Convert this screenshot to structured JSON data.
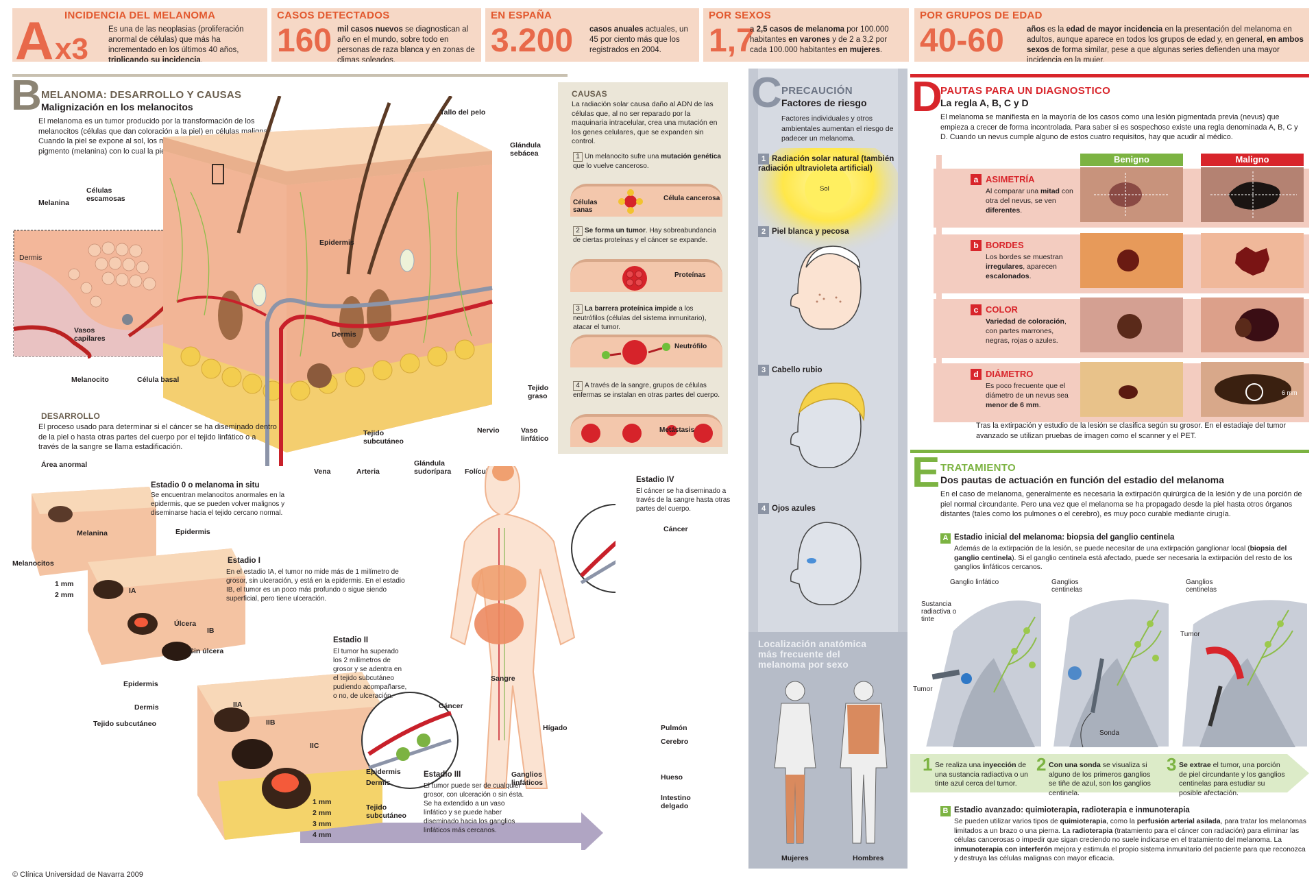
{
  "stats": {
    "a": {
      "letter": "A",
      "big": "x3",
      "title": "INCIDENCIA DEL MELANOMA",
      "text_pre": "Es una de las neoplasias (proliferación anormal de células) que más ha incrementado en los últimos 40 años, ",
      "text_bold": "triplicando su incidencia",
      "text_post": "."
    },
    "casos": {
      "title": "CASOS DETECTADOS",
      "big": "160",
      "text_bold": "mil casos nuevos",
      "text_post": " se diagnostican al año en el mundo, sobre todo en personas de raza blanca y en zonas de climas soleados."
    },
    "espana": {
      "title": "EN ESPAÑA",
      "big": "3.200",
      "text_bold": "casos anuales",
      "text_post": " actuales, un 45 por ciento más que los registrados en 2004."
    },
    "sexos": {
      "title": "POR SEXOS",
      "big": "1,7",
      "text_pre": "a ",
      "text_bold1": "2,5 casos de melanoma",
      "text_mid": " por 100.000 habitantes ",
      "text_bold2": "en varones",
      "text_mid2": " y de 2 a 3,2 por cada 100.000 habitantes ",
      "text_bold3": "en mujeres",
      "text_post": "."
    },
    "edad": {
      "title": "POR GRUPOS DE EDAD",
      "big": "40-60",
      "text_bold1": "años",
      "text_mid": " es la ",
      "text_bold2": "edad de mayor incidencia",
      "text_mid2": " en la presentación del melanoma en adultos, aunque aparece en todos los grupos de edad y, en general, ",
      "text_bold3": "en ambos sexos",
      "text_post": " de forma similar, pese a que algunas series defienden una mayor incidencia en la mujer."
    }
  },
  "section_b": {
    "letter": "B",
    "title": "MELANOMA: DESARROLLO Y CAUSAS",
    "subtitle": "Malignización en los melanocitos",
    "intro": "El melanoma es un tumor producido por la transformación de los melanocitos (células que dan coloración a la piel) en células malignas. Cuando la piel se expone al sol, los melanocitos elaboran más pigmento (melanina) con lo cual la piel se broncea u oscurece.",
    "labels": {
      "tallo": "Tallo del pelo",
      "glandula_sebacea": "Glándula sebácea",
      "celulas_escamosas": "Células escamosas",
      "melanina": "Melanina",
      "dermis_zoom": "Dermis",
      "vasos": "Vasos capilares",
      "melanocito": "Melanocito",
      "celula_basal": "Célula basal",
      "epidermis": "Epidermis",
      "dermis": "Dermis",
      "tejido_graso": "Tejido graso",
      "tejido_subcutaneo": "Tejido subcutáneo",
      "nervio": "Nervio",
      "vaso_linfatico": "Vaso linfático",
      "vena": "Vena",
      "arteria": "Arteria",
      "glandula_sudoripara": "Glándula sudorípara",
      "foliculo": "Folículo piloso"
    },
    "desarrollo_title": "DESARROLLO",
    "desarrollo_text": "El proceso usado para determinar si el cáncer se ha diseminado dentro de la piel o hasta otras partes del cuerpo por el tejido linfático o a través de la sangre se llama estadificación.",
    "area_anormal": "Área anormal",
    "stages": {
      "s0_title": "Estadio 0 o melanoma in situ",
      "s0_text": "Se encuentran melanocitos anormales en la epidermis, que se pueden volver malignos y diseminarse hacia el tejido cercano normal.",
      "s1_title": "Estadio I",
      "s1_text": "En el estadio IA, el tumor no mide más de 1 milímetro de grosor, sin ulceración, y está en la epidermis. En el estadio IB, el tumor es un poco más profundo o sigue siendo superficial, pero tiene ulceración.",
      "s2_title": "Estadio II",
      "s2_text": "El tumor ha superado los 2 milímetros de grosor y se adentra en el tejido subcutáneo pudiendo acompañarse, o no, de ulceración.",
      "s3_title": "Estadio III",
      "s3_text": "El tumor puede ser de cualquier grosor, con ulceración o sin ésta. Se ha extendido a un vaso linfático y se puede haber diseminado hacia los ganglios linfáticos más cercanos.",
      "s4_title": "Estadio IV",
      "s4_text": "El cáncer se ha diseminado a través de la sangre hasta otras partes del cuerpo."
    },
    "stage_labels": {
      "melanina": "Melanina",
      "epidermis": "Epidermis",
      "melanocitos": "Melanocitos",
      "mm1": "1 mm",
      "mm2": "2 mm",
      "mm3": "3 mm",
      "mm4": "4 mm",
      "ia": "IA",
      "ib": "IB",
      "ulcera": "Úlcera",
      "sin_ulcera": "Sin úlcera",
      "epidermis2": "Epidermis",
      "dermis2": "Dermis",
      "tejido_sub": "Tejido subcutáneo",
      "iia": "IIA",
      "iib": "IIB",
      "iic": "IIC",
      "epidermis3": "Epidermis",
      "dermis3": "Dermis",
      "tejido_sub3": "Tejido subcutáneo"
    },
    "body_labels": {
      "sangre": "Sangre",
      "cancer": "Cáncer",
      "cancer2": "Cáncer",
      "higado": "Hígado",
      "ganglios": "Ganglios linfáticos",
      "pulmon": "Pulmón",
      "cerebro": "Cerebro",
      "hueso": "Hueso",
      "intestino": "Intestino delgado"
    }
  },
  "causas": {
    "title": "CAUSAS",
    "intro": "La radiación solar causa daño al ADN de las células que, al no ser reparado por la maquinaria intracelular, crea una mutación en los genes celulares, que se expanden sin control.",
    "steps": [
      {
        "num": "1",
        "pre": "Un melanocito sufre una ",
        "bold": "mutación genética",
        "post": " que lo vuelve canceroso."
      },
      {
        "num": "2",
        "pre": "",
        "bold": "Se forma un tumor",
        "post": ". Hay sobreabundancia de ciertas proteínas y el cáncer se expande."
      },
      {
        "num": "3",
        "pre": "",
        "bold": "La barrera proteínica impide",
        "post": " a los neutrófilos (células del sistema inmunitario), atacar el tumor."
      },
      {
        "num": "4",
        "pre": "A través de la sangre, grupos de células enfermas se instalan en otras partes del cuerpo.",
        "bold": "",
        "post": ""
      }
    ],
    "labels": {
      "celulas_sanas": "Células sanas",
      "celula_cancerosa": "Célula cancerosa",
      "proteinas": "Proteínas",
      "neutrofilo": "Neutrófilo",
      "metastasis": "Metástasis"
    }
  },
  "section_c": {
    "letter": "C",
    "title": "PRECAUCIÓN",
    "subtitle": "Factores de riesgo",
    "intro": "Factores individuales y otros ambientales aumentan el riesgo de padecer un melanoma.",
    "factors": [
      {
        "num": "1",
        "label": "Radiación solar natural (también radiación ultravioleta artificial)"
      },
      {
        "num": "2",
        "label": "Piel blanca y pecosa"
      },
      {
        "num": "3",
        "label": "Cabello rubio"
      },
      {
        "num": "4",
        "label": "Ojos azules"
      }
    ],
    "sol": "Sol",
    "loc_title": "Localización anatómica más frecuente del melanoma por sexo",
    "mujeres": "Mujeres",
    "hombres": "Hombres"
  },
  "section_d": {
    "letter": "D",
    "title": "PAUTAS PARA UN DIAGNOSTICO",
    "subtitle": "La regla A, B, C y D",
    "intro": "El melanoma se manifiesta en la mayoría de los casos como una lesión pigmentada previa (nevus) que empieza a crecer de forma incontrolada. Para saber si es sospechoso existe una regla denominada A, B, C y D. Cuando un nevus cumple alguno de estos cuatro requisitos, hay que acudir al médico.",
    "benigno": "Benigno",
    "maligno": "Maligno",
    "rules": [
      {
        "letter": "a",
        "title": "ASIMETRÍA",
        "pre": "Al comparar una ",
        "bold": "mitad",
        "mid": " con otra del nevus, se ven ",
        "bold2": "diferentes",
        "post": "."
      },
      {
        "letter": "b",
        "title": "BORDES",
        "pre": "Los bordes se muestran ",
        "bold": "irregulares",
        "mid": ", aparecen ",
        "bold2": "escalonados",
        "post": "."
      },
      {
        "letter": "c",
        "title": "COLOR",
        "pre": "",
        "bold": "Variedad de coloración",
        "mid": ", con partes marrones, negras, rojas o azules.",
        "bold2": "",
        "post": ""
      },
      {
        "letter": "d",
        "title": "DIÁMETRO",
        "pre": "Es poco frecuente que el diámetro de un nevus sea ",
        "bold": "menor de 6 mm",
        "mid": "",
        "bold2": "",
        "post": "."
      }
    ],
    "mm6": "6 mm",
    "note": "Tras la extirpación y estudio de la lesión se clasifica según su grosor. En el estadiaje del tumor avanzado se utilizan pruebas de imagen como el scanner y el PET."
  },
  "section_e": {
    "letter": "E",
    "title": "TRATAMIENTO",
    "subtitle": "Dos pautas de actuación en función del estadio del melanoma",
    "intro": "En el caso de melanoma, generalmente es necesaria la extirpación quirúrgica de la lesión y de una porción de piel normal circundante. Pero una vez que el melanoma se ha propagado desde la piel hasta otros órganos distantes (tales como los pulmones o el cerebro), es muy poco curable mediante cirugía.",
    "a_letter": "A",
    "a_title": "Estadio inicial del melanoma: biopsia del ganglio centinela",
    "a_text_pre": "Además de la extirpación de la lesión, se puede necesitar de una extirpación ganglionar local (",
    "a_text_bold": "biopsia del ganglio centinela",
    "a_text_post": "). Si el ganglio centinela está afectado, puede ser necesaria la extirpación del resto de los ganglios linfáticos cercanos.",
    "labels": {
      "ganglio_linfatico": "Ganglio linfático",
      "sustancia": "Sustancia radiactiva o tinte",
      "tumor": "Tumor",
      "ganglios_centinelas": "Ganglios centinelas",
      "sonda": "Sonda",
      "ganglios_centinelas2": "Ganglios centinelas",
      "tumor2": "Tumor"
    },
    "steps": [
      {
        "num": "1",
        "pre": "Se realiza una ",
        "bold": "inyección",
        "post": " de una sustancia radiactiva o un tinte azul cerca del tumor."
      },
      {
        "num": "2",
        "pre": "",
        "bold": "Con una sonda",
        "post": " se visualiza si alguno de los primeros ganglios se tiñe de azul, son los ganglios centinela."
      },
      {
        "num": "3",
        "pre": "",
        "bold": "Se extrae",
        "post": " el tumor, una porción de piel circundante y los ganglios centinelas para estudiar su posible afectación."
      }
    ],
    "b_letter": "B",
    "b_title": "Estadio avanzado: quimioterapia, radioterapia e inmunoterapia",
    "b_text1": "Se pueden utilizar varios tipos de ",
    "b_bold1": "quimioterapia",
    "b_text2": ", como la ",
    "b_bold2": "perfusión arterial asilada",
    "b_text3": ", para tratar los melanomas limitados a un brazo o una pierna. La ",
    "b_bold3": "radioterapia",
    "b_text4": " (tratamiento para el cáncer con radiación) para eliminar las células cancerosas o impedir que sigan creciendo no suele indicarse en el tratamiento del melanoma. La ",
    "b_bold4": "inmunoterapia con interferón",
    "b_text5": " mejora y estimula el propio sistema inmunitario del paciente para que reconozca y destruya las células malignas con mayor eficacia."
  },
  "credit": "© Clínica Universidad de Navarra 2009",
  "colors": {
    "salmon": "#e8694a",
    "stat_bg": "#f6d8c6",
    "red": "#d8252b",
    "green": "#7cb342",
    "grey_blue": "#c4c9d3"
  }
}
